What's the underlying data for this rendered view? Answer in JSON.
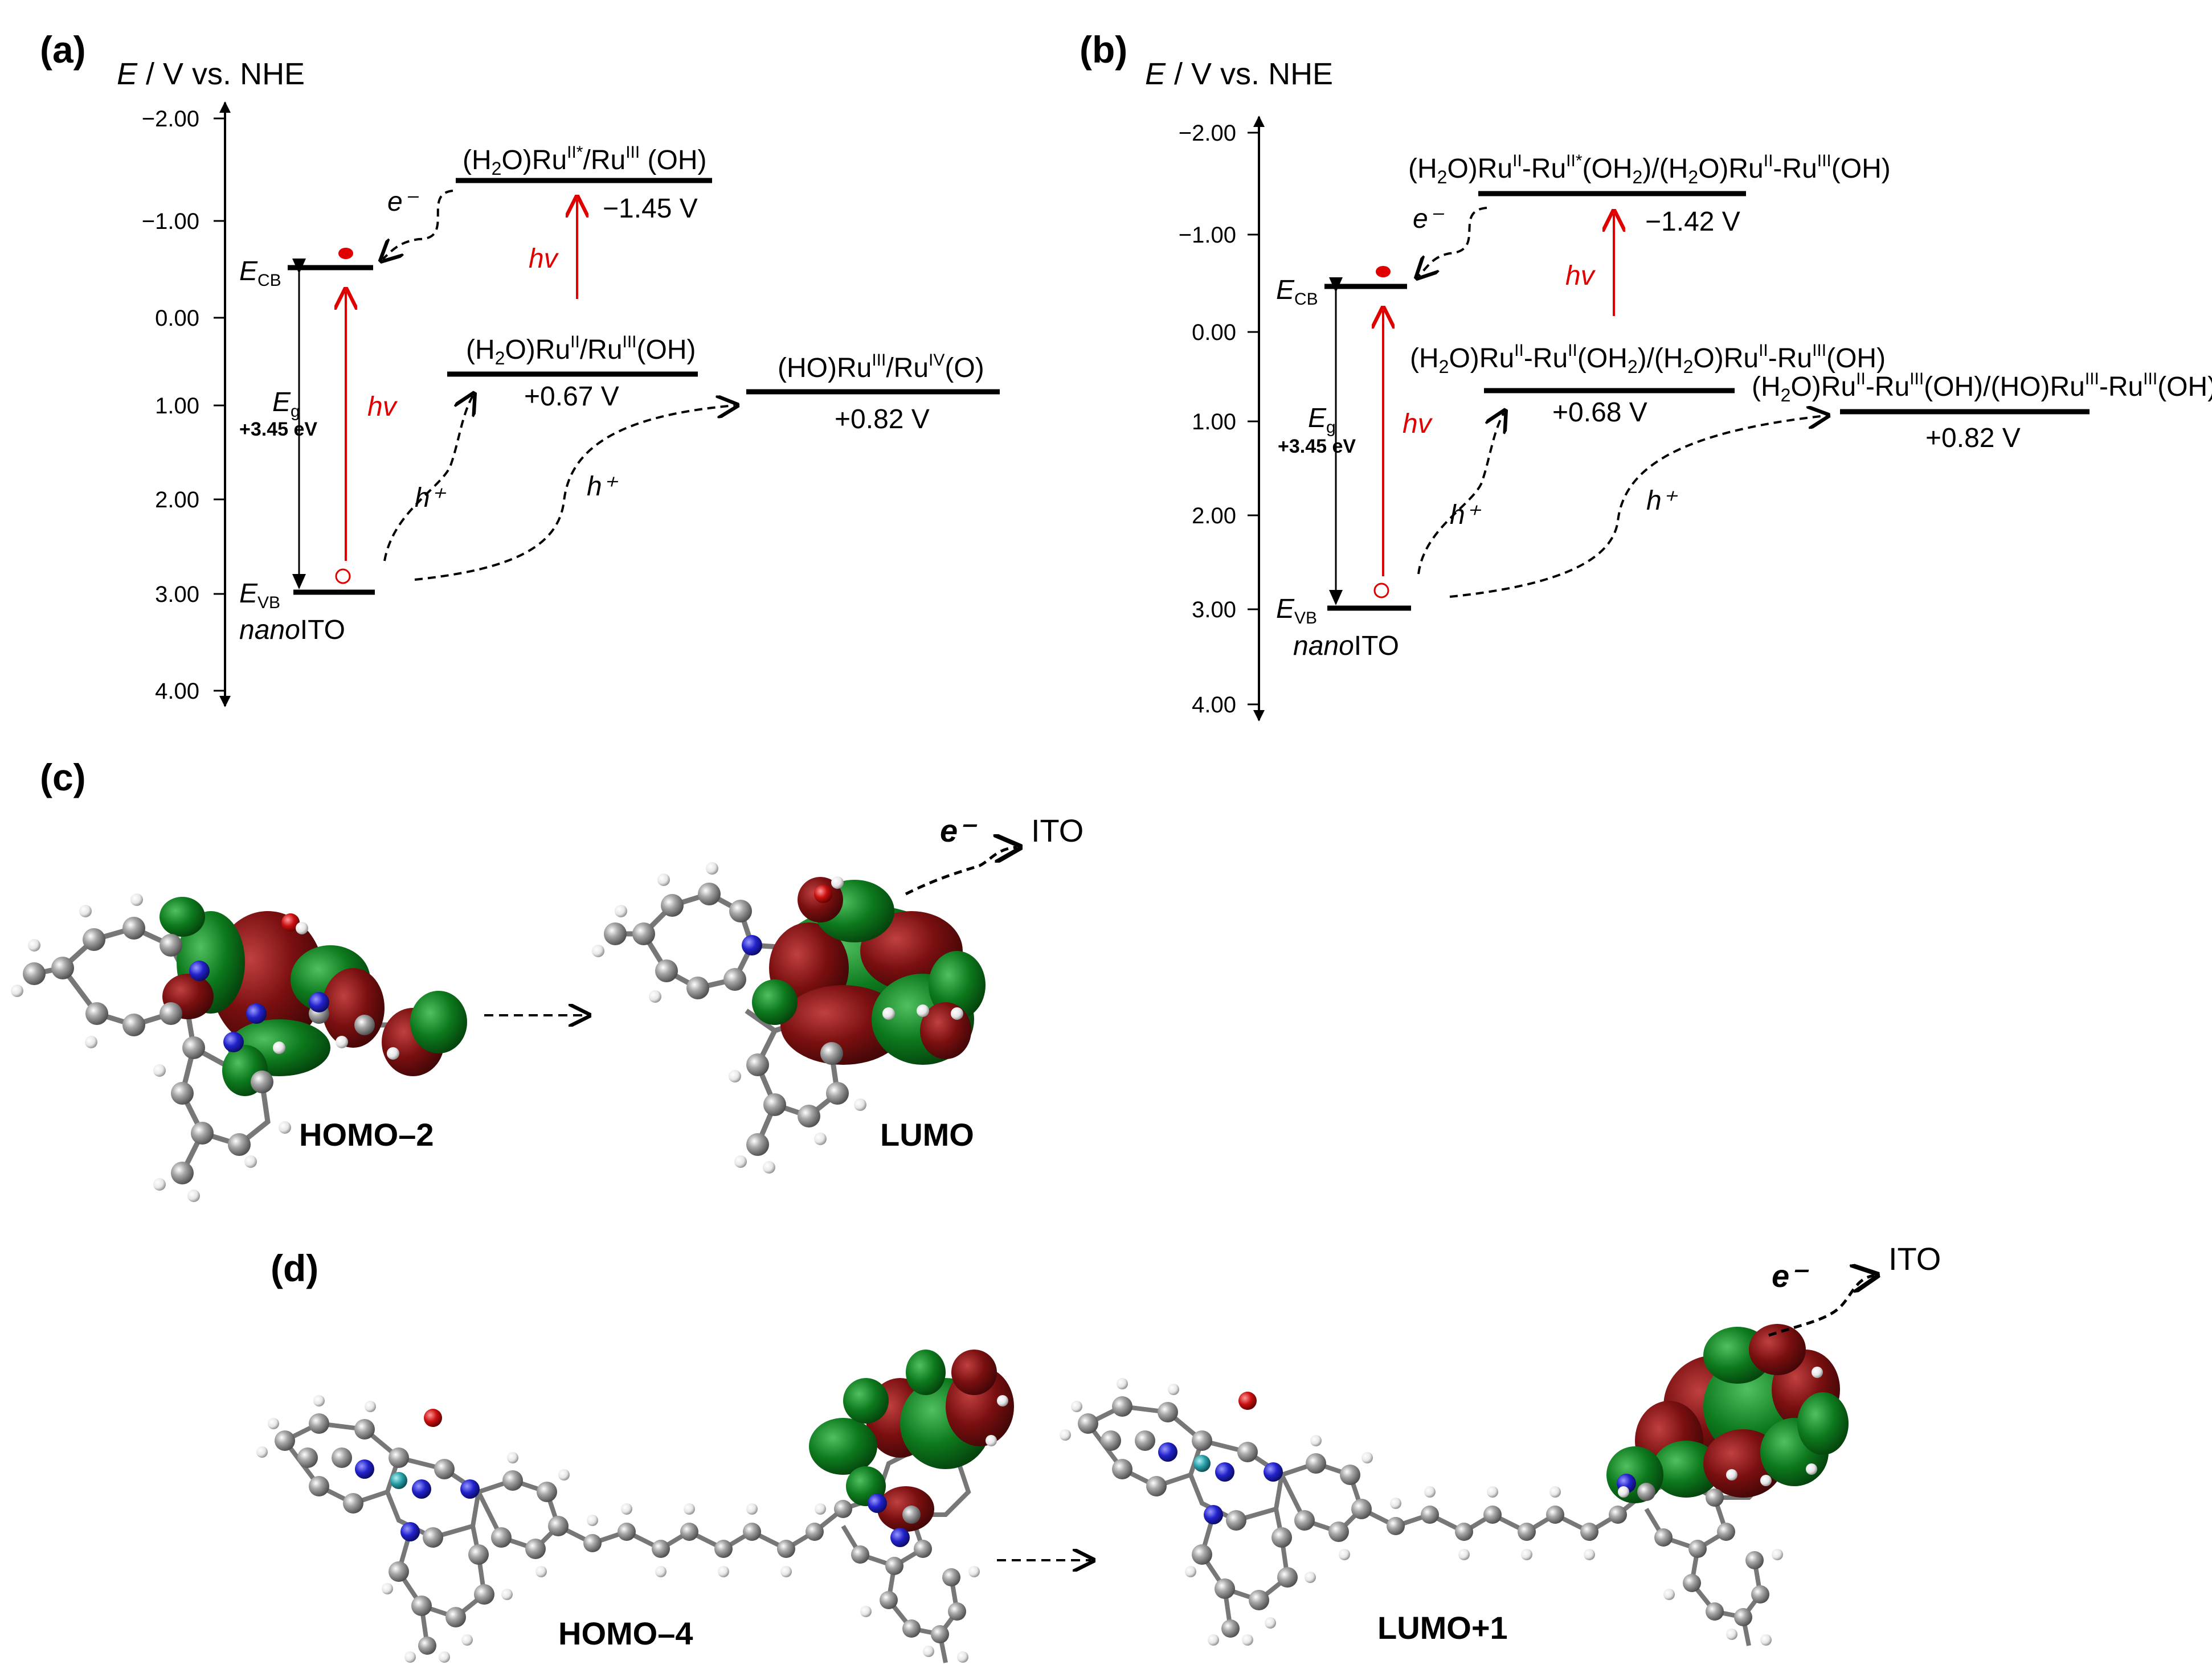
{
  "panels": {
    "a": "(a)",
    "b": "(b)",
    "c": "(c)",
    "d": "(d)"
  },
  "axis": {
    "title_E": "E",
    "title_rest": " / V vs. NHE",
    "ticks": [
      "−2.00",
      "−1.00",
      "0.00",
      "1.00",
      "2.00",
      "3.00",
      "4.00"
    ]
  },
  "semiconductor": {
    "ecb_E": "E",
    "ecb_sub": "CB",
    "evb_E": "E",
    "evb_sub": "VB",
    "eg_E": "E",
    "eg_sub": "g",
    "eg_value": "+3.45 eV",
    "name_ital": "nano",
    "name_rest": "ITO",
    "hv": "hv",
    "e_minus": "e⁻",
    "h_plus": "h⁺"
  },
  "panel_a": {
    "level1_value": "−1.45 V",
    "level2_value": "+0.67 V",
    "level3_value": "+0.82 V"
  },
  "panel_b": {
    "level1_value": "−1.42 V",
    "level2_value": "+0.68 V",
    "level3_value": "+0.82 V"
  },
  "orbitals": {
    "c_left": "HOMO–2",
    "c_right": "LUMO",
    "d_left": "HOMO–4",
    "d_right": "LUMO+1",
    "electron": "e⁻",
    "ito": "ITO"
  },
  "colors": {
    "orbital_positive": "#7a0f10",
    "orbital_negative": "#0d7a1d",
    "carbon": "#8c8c8c",
    "nitrogen": "#2222cc",
    "oxygen": "#cc1111",
    "ruthenium": "#2aa0a8",
    "hydrogen": "#f0f0f0",
    "transition_arrow": "#e00000"
  }
}
